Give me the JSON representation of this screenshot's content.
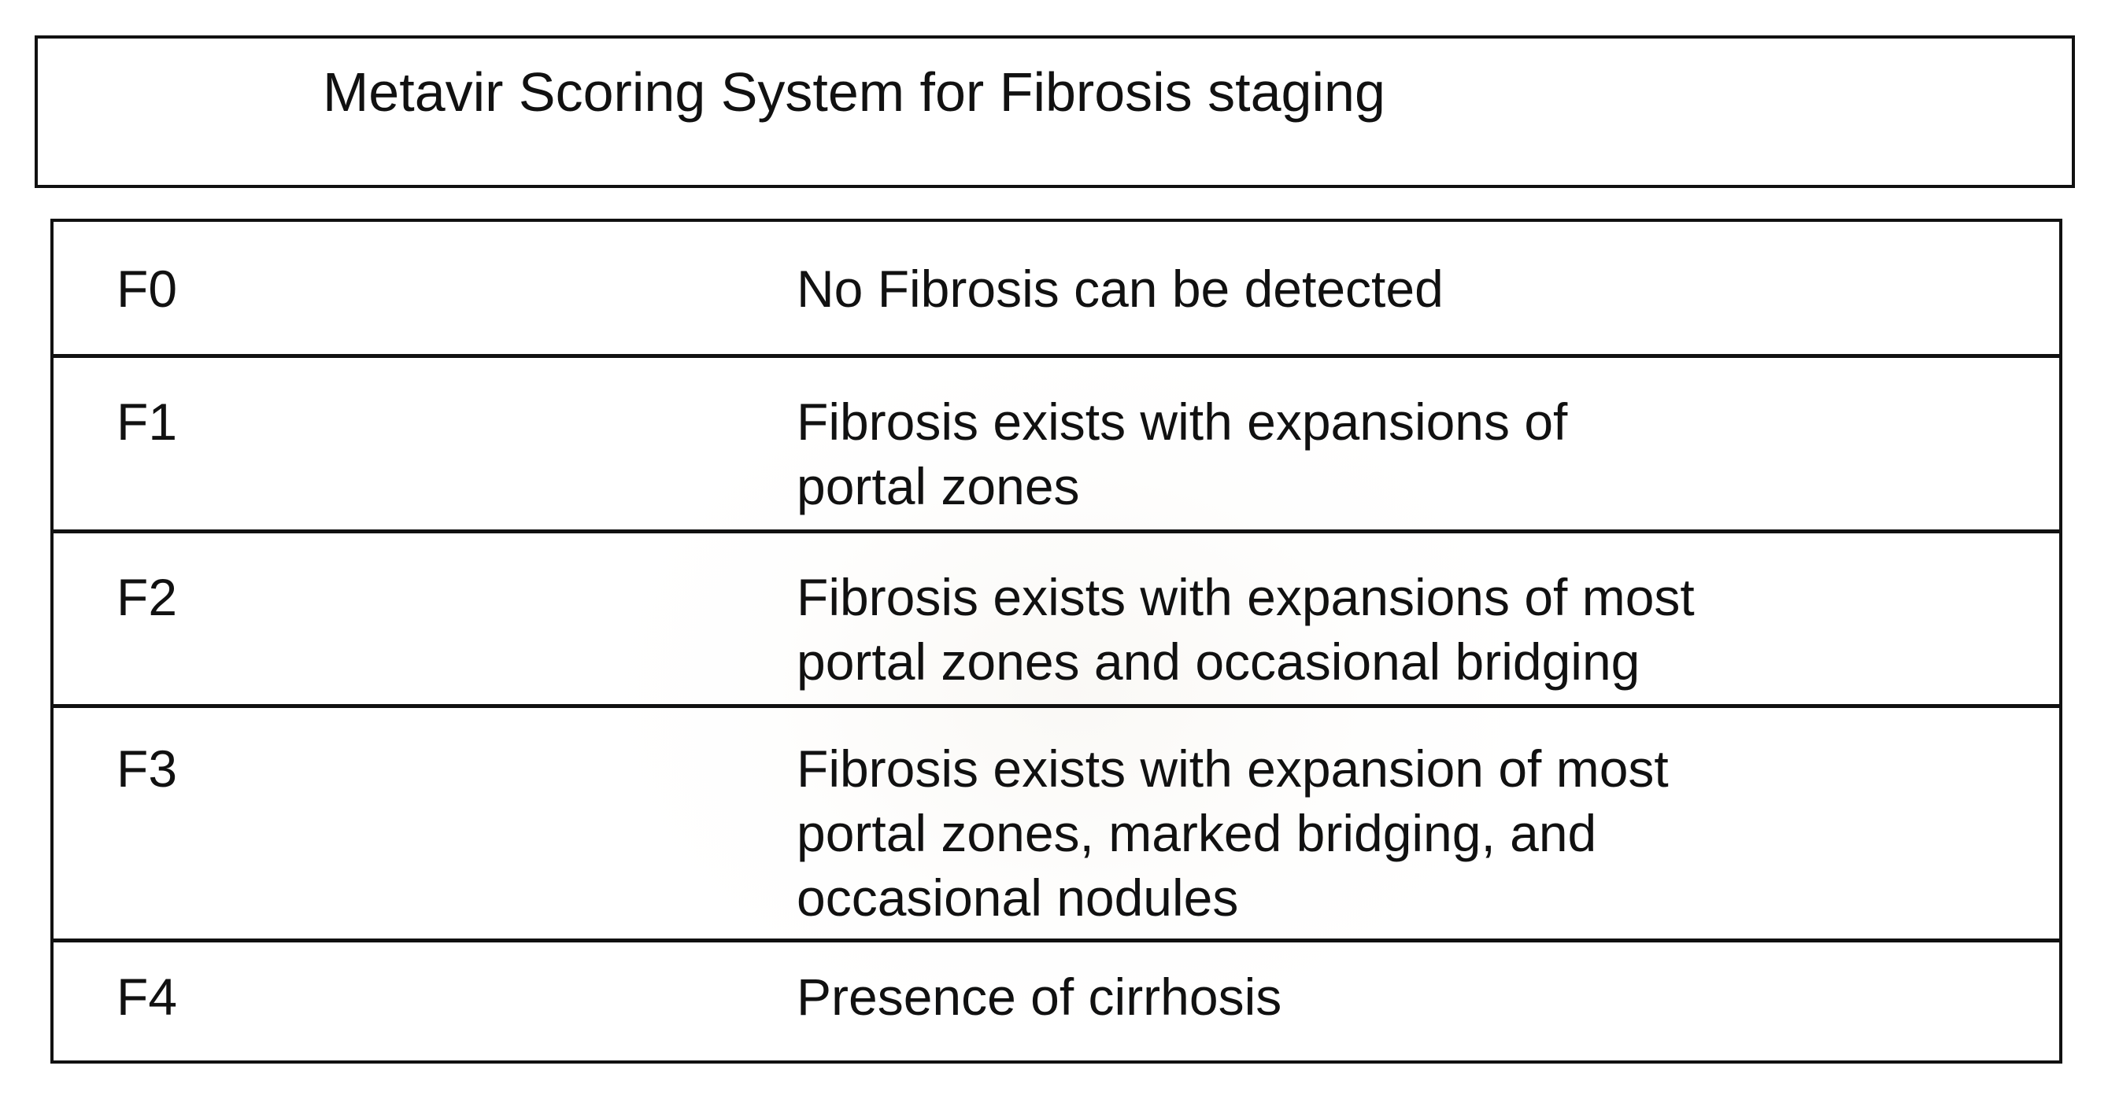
{
  "title": "Metavir Scoring System for Fibrosis staging",
  "rows": [
    {
      "stage": "F0",
      "lines": [
        "No Fibrosis can be detected"
      ]
    },
    {
      "stage": "F1",
      "lines": [
        "Fibrosis exists with expansions of",
        "portal zones"
      ]
    },
    {
      "stage": "F2",
      "lines": [
        "Fibrosis exists with expansions of most",
        "portal zones and occasional bridging"
      ]
    },
    {
      "stage": "F3",
      "lines": [
        "Fibrosis exists with expansion of most",
        "portal zones, marked bridging, and",
        "occasional nodules"
      ]
    },
    {
      "stage": "F4",
      "lines": [
        "Presence of cirrhosis"
      ]
    }
  ]
}
